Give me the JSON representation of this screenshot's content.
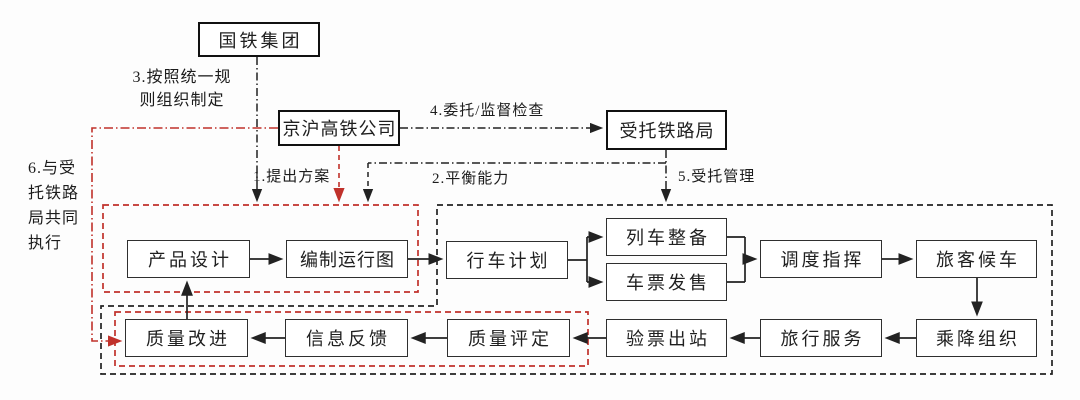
{
  "diagram": {
    "description": "Railway operation entrustment flowchart (Beijing-Shanghai HSR)",
    "nodes": {
      "national_railway_group": "国铁集团",
      "jinghu_company": "京沪高铁公司",
      "entrusted_bureau": "受托铁路局",
      "product_design": "产品设计",
      "operation_diagram": "编制运行图",
      "train_plan": "行车计划",
      "train_preparation": "列车整备",
      "ticket_sales": "车票发售",
      "dispatch_command": "调度指挥",
      "passenger_waiting": "旅客候车",
      "boarding_organization": "乘降组织",
      "travel_service": "旅行服务",
      "ticket_check_exit": "验票出站",
      "quality_assessment": "质量评定",
      "info_feedback": "信息反馈",
      "quality_improvement": "质量改进"
    },
    "flow_labels": {
      "f1": "1.提出方案",
      "f2": "2.平衡能力",
      "f3": "3.按照统一规\n则组织制定",
      "f4": "4.委托/监督检查",
      "f5": "5.受托管理",
      "f6": "6.与受\n托铁路\n局共同\n执行"
    },
    "colors": {
      "accent_red": "#c0312b",
      "line_black": "#222222",
      "box_border": "#2f2f2f",
      "background": "#fdfdfd"
    }
  }
}
